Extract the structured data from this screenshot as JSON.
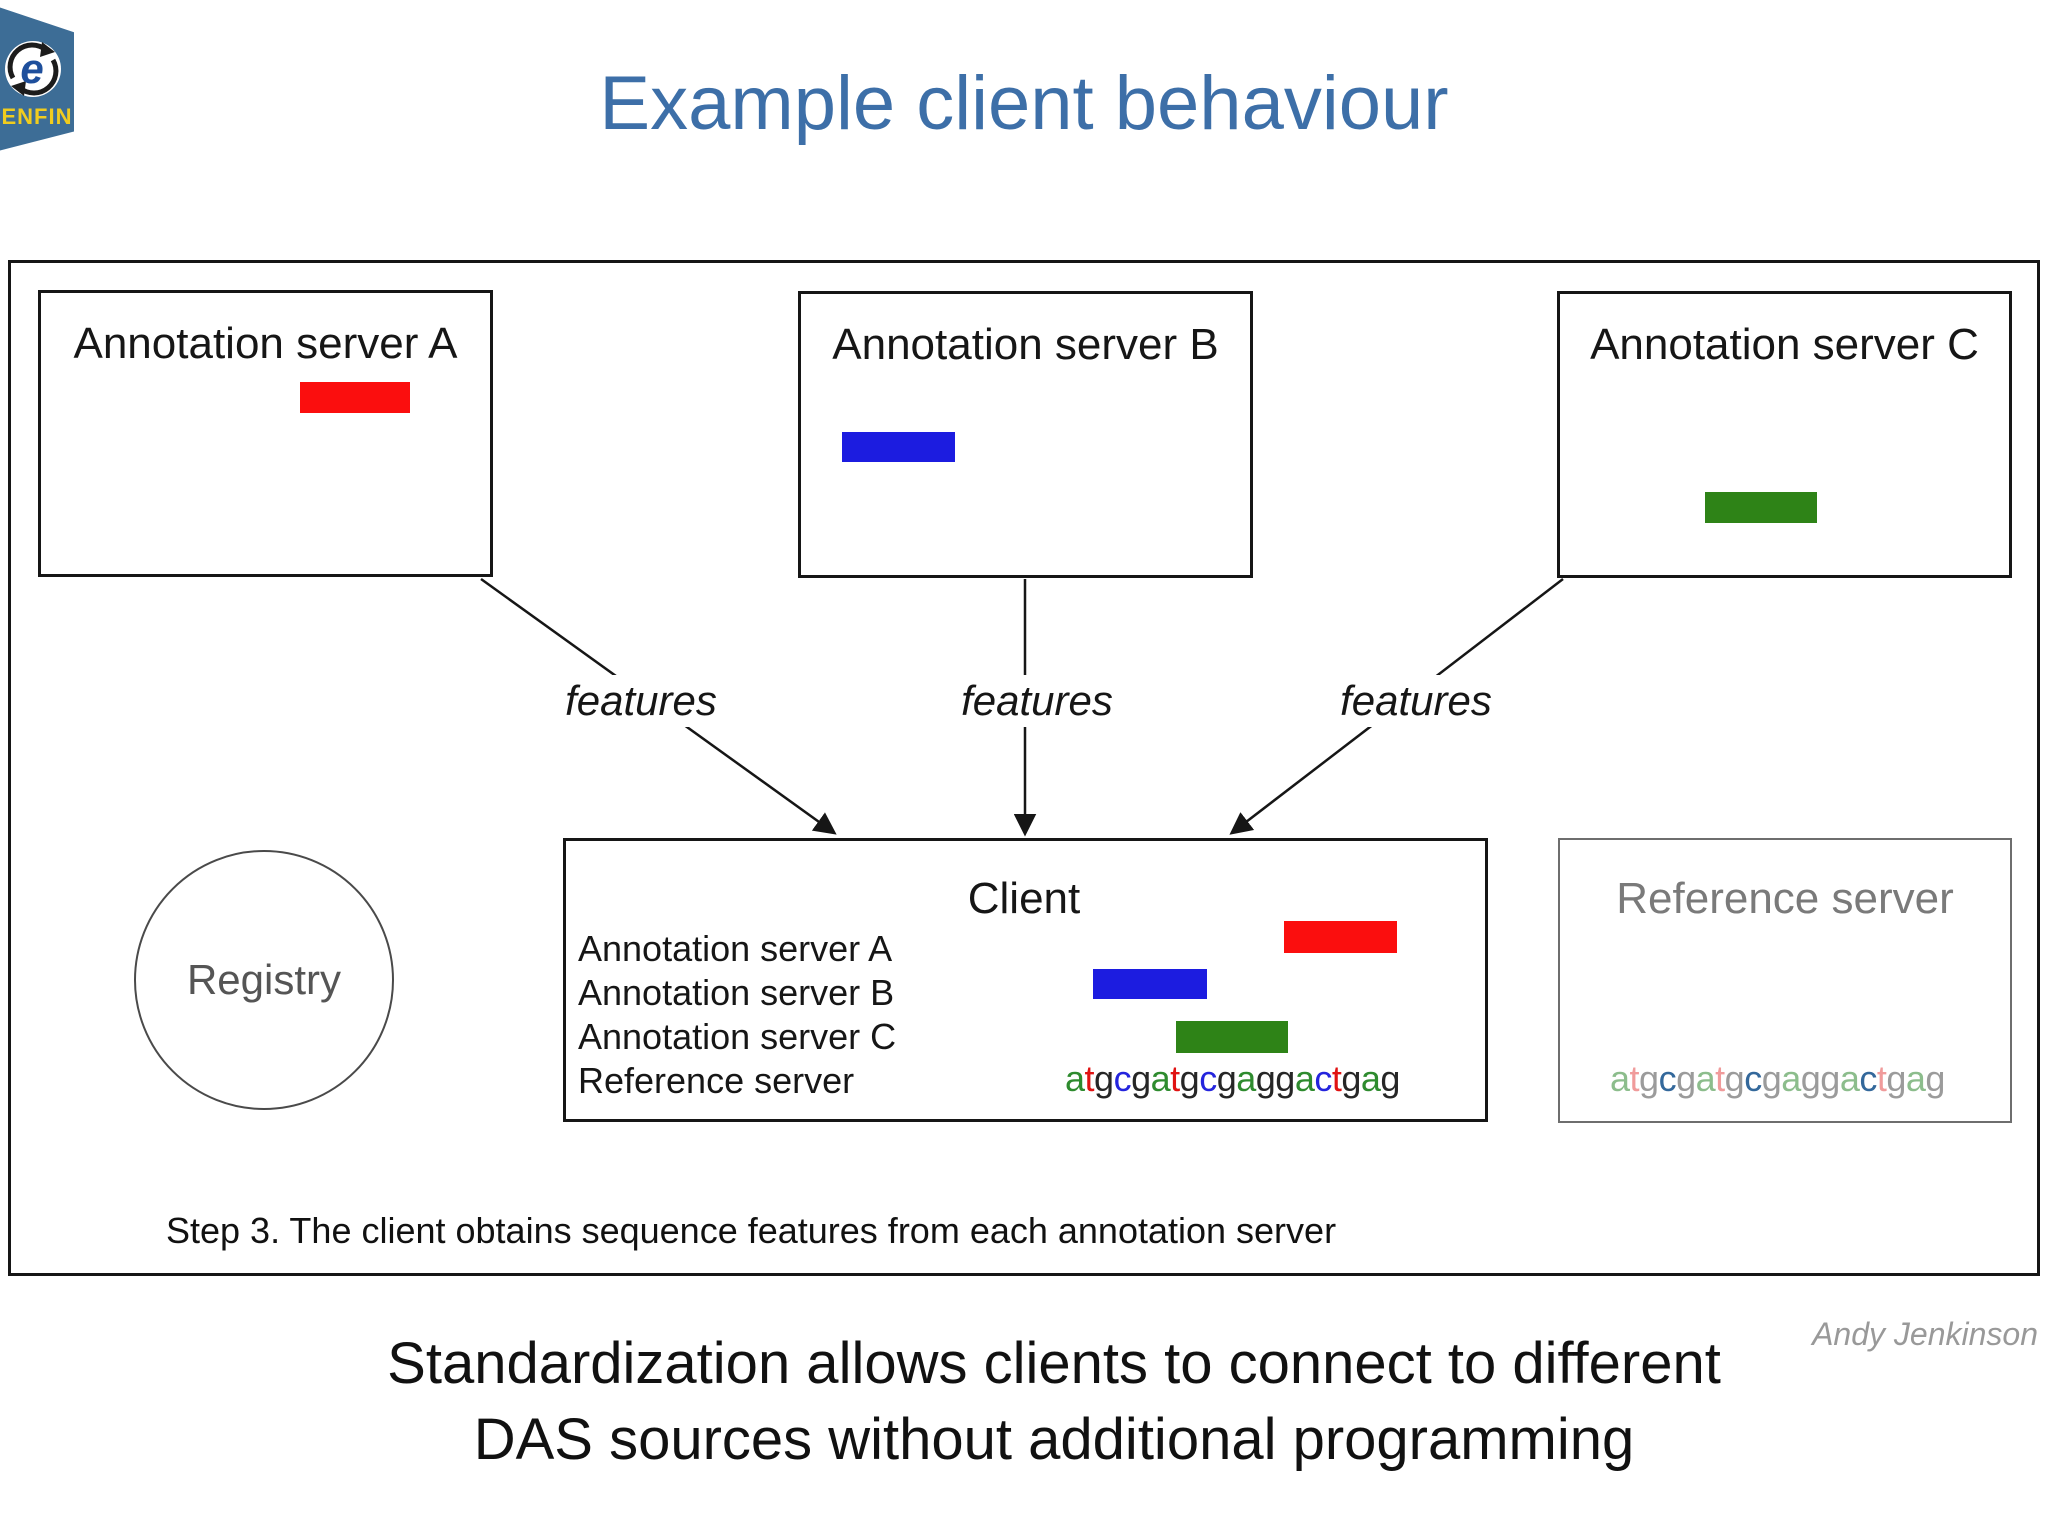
{
  "logo": {
    "label": "ENFIN",
    "icon": "enfin-cycle-icon",
    "banner_color": "#3d6d96",
    "label_color": "#f0cc1e"
  },
  "title": {
    "text": "Example client behaviour",
    "color": "#3d6fa8"
  },
  "diagram": {
    "servers": [
      {
        "label": "Annotation server A",
        "feature_color": "#fb0e0e"
      },
      {
        "label": "Annotation server B",
        "feature_color": "#1c1ce0"
      },
      {
        "label": "Annotation server C",
        "feature_color": "#2e8317"
      }
    ],
    "feature_labels": [
      "features",
      "features",
      "features"
    ],
    "registry": {
      "label": "Registry"
    },
    "client": {
      "title": "Client",
      "source_rows": [
        "Annotation server A",
        "Annotation server B",
        "Annotation server C",
        "Reference server"
      ],
      "sequence": "atgcgatgcgaggactgag"
    },
    "reference_server": {
      "title": "Reference server",
      "sequence": "atgcgatgcgaggactgag"
    },
    "caption": "Step 3. The client obtains sequence features from each annotation server"
  },
  "sequence_palettes": {
    "bright": {
      "a": "#2e8b2e",
      "t": "#e01212",
      "g": "#262626",
      "c": "#2424dd"
    },
    "muted": {
      "a": "#8cbd8c",
      "t": "#f09b9b",
      "g": "#9b9b9b",
      "c": "#33689b"
    }
  },
  "footer": {
    "attribution": "Andy Jenkinson",
    "statement_lines": [
      "Standardization allows clients to connect to different",
      "DAS sources without additional programming"
    ]
  }
}
